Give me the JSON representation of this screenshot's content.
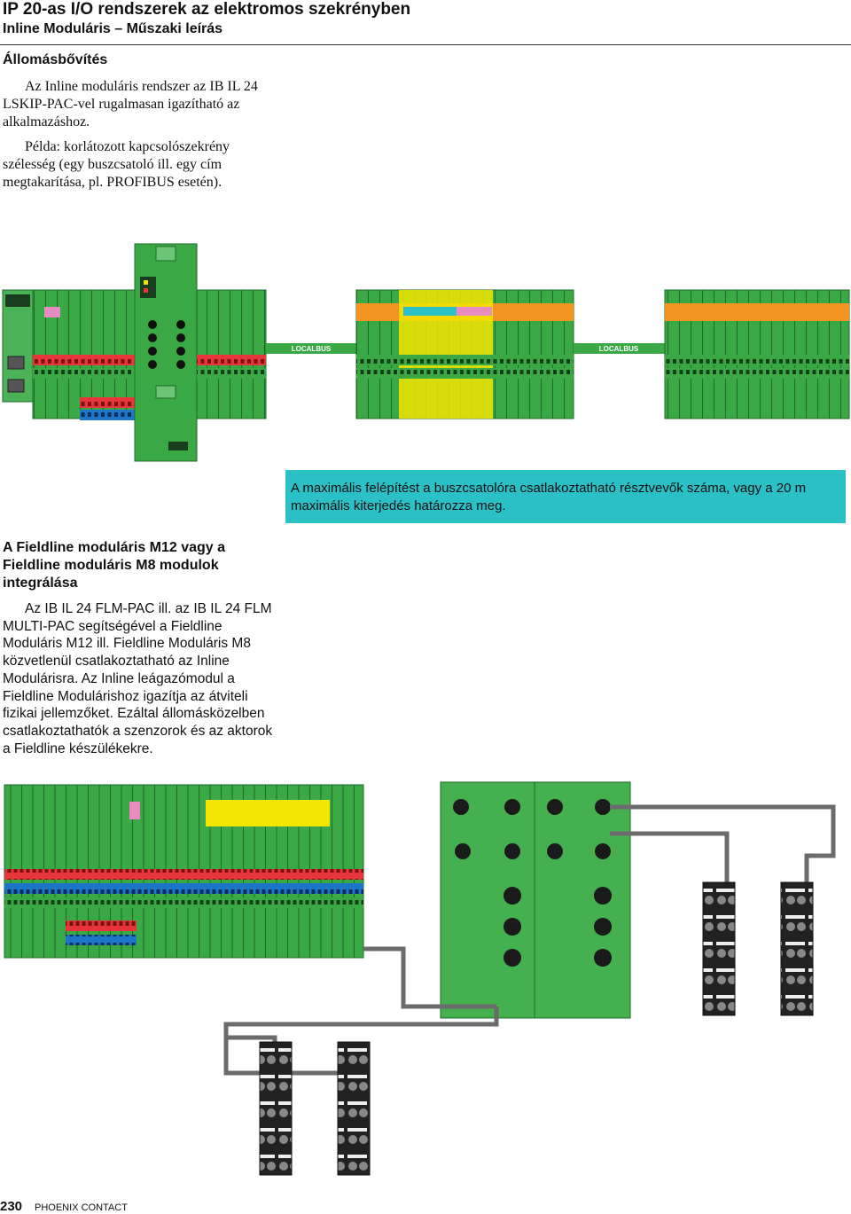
{
  "header": {
    "title": "IP 20-as I/O rendszerek az elektromos szekrényben",
    "subtitle": "Inline Moduláris – Műszaki leírás"
  },
  "section1": {
    "heading": "Állomásbővítés",
    "paragraph1": "Az Inline moduláris rendszer az IB IL 24 LSKIP-PAC-vel rugalmasan igazítható az alkalmazáshoz.",
    "paragraph2": "Példa: korlátozott kapcsolószekrény szélesség (egy buszcsatoló ill. egy cím megtakarítása, pl. PROFIBUS esetén)."
  },
  "diagram1": {
    "localbus_label_1": "LOCALBUS",
    "localbus_label_2": "LOCALBUS"
  },
  "callout": {
    "text": "A maximális felépítést a buszcsatolóra csatlakoztatható résztvevők száma, vagy a 20 m maximális kiterjedés határozza meg."
  },
  "section2": {
    "heading": "A Fieldline moduláris M12 vagy a Fieldline moduláris M8 modulok integrálása",
    "paragraph": "Az IB IL 24 FLM-PAC ill. az IB IL 24 FLM MULTI-PAC segítségével a Fieldline Moduláris M12 ill. Fieldline Moduláris M8 közvetlenül csatlakoztatható az Inline Modulárisra. Az Inline leágazómodul a Fieldline Modulárishoz igazítja az átviteli fizikai jellemzőket. Ezáltal állomásközelben csatlakoztathatók a szenzorok és az aktorok a Fieldline készülékekre."
  },
  "footer": {
    "page_number": "230",
    "brand": "PHOENIX CONTACT"
  },
  "colors": {
    "module_green": "#3aa845",
    "module_green_dark": "#1f7a2a",
    "callout_teal": "#2bbfc6",
    "warning_yellow": "#f2e600",
    "terminal_red": "#e8353b",
    "terminal_blue": "#1e76c8"
  }
}
